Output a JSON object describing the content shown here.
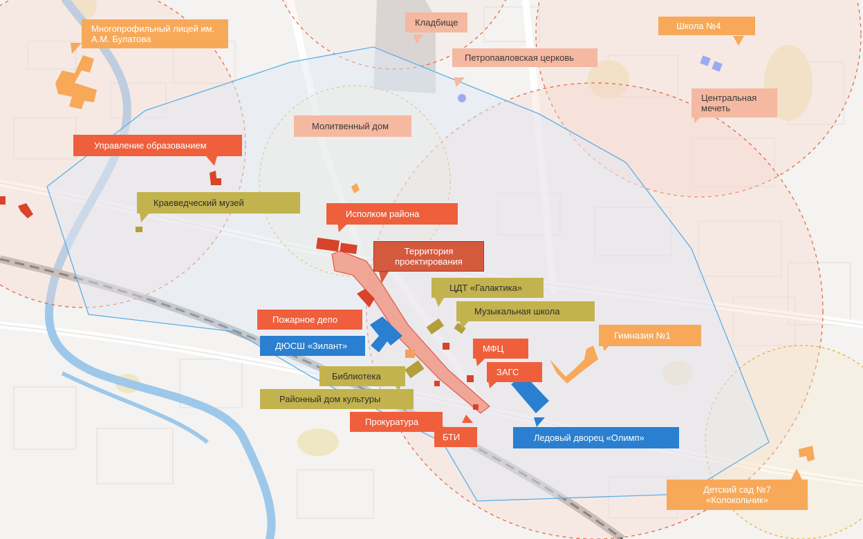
{
  "colors": {
    "orange": "#f7a959",
    "peach": "#f5b8a0",
    "red": "#ef5f3c",
    "olive": "#c2b34e",
    "blue": "#2a7fd0",
    "river": "#9ec8ea",
    "zone_outline": "#5aaee8",
    "project_area": "#f19a87"
  },
  "labels": {
    "lyceum": "Многопрофильный лицей им. А.М. Булатова",
    "cemetery": "Кладбище",
    "church": "Петропавловская церковь",
    "school4": "Школа №4",
    "mosque": "Центральная мечеть",
    "prayer_house": "Молитвенный дом",
    "education_dept": "Управление образованием",
    "museum": "Краеведческий музей",
    "executive": "Исполком района",
    "project_territory": "Территория проектирования",
    "galaktika": "ЦДТ «Галактика»",
    "music_school": "Музыкальная школа",
    "fire_depot": "Пожарное депо",
    "gymnasium": "Гимназия №1",
    "zilant": "ДЮСШ «Зилант»",
    "mfc": "МФЦ",
    "registry": "ЗАГС",
    "library": "Библиотека",
    "culture_house": "Районный дом культуры",
    "prosecutor": "Прокуратура",
    "bti": "БТИ",
    "ice_palace": "Ледовый дворец «Олимп»",
    "kindergarten": "Детский сад №7 «Колокольчик»"
  }
}
